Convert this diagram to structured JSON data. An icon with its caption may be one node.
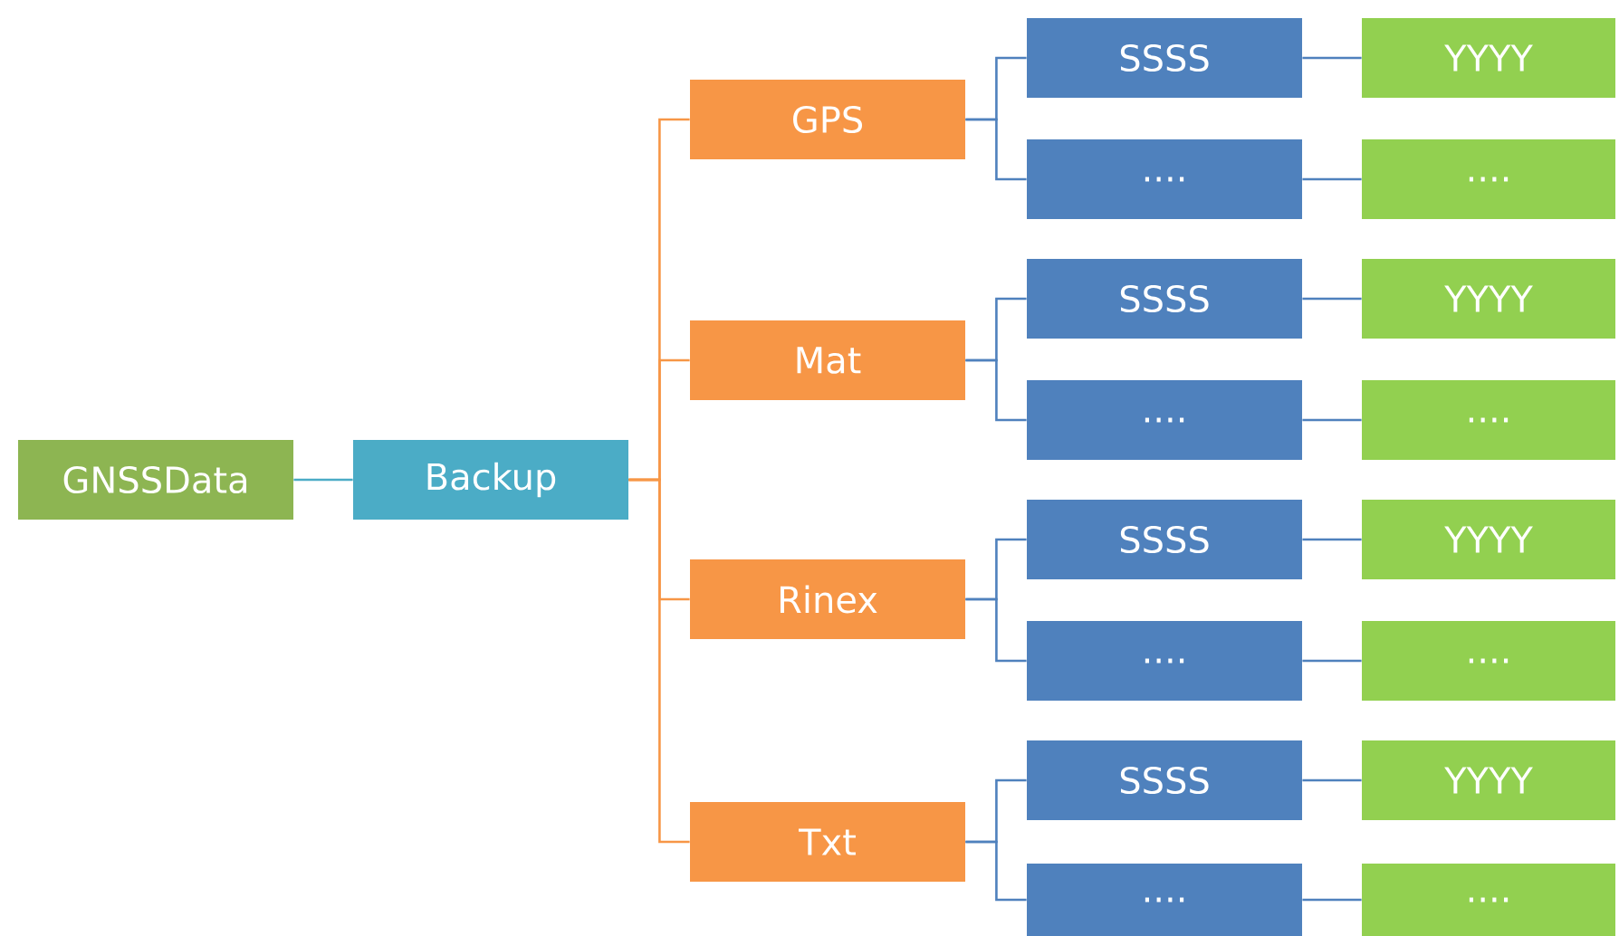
{
  "diagram": {
    "nodes": [
      {
        "text": [
          "GNSSData"
        ]
      },
      {
        "text": [
          "Backup"
        ]
      },
      {
        "text": [
          "GPS"
        ]
      },
      {
        "text": [
          "Mat"
        ]
      },
      {
        "text": [
          "Rinex"
        ]
      },
      {
        "text": [
          "Txt"
        ]
      },
      {
        "text": [
          "SSSS"
        ]
      },
      {
        "text": [
          "...."
        ]
      },
      {
        "text": [
          "SSSS"
        ]
      },
      {
        "text": [
          "...."
        ]
      },
      {
        "text": [
          "SSSS"
        ]
      },
      {
        "text": [
          "...."
        ]
      },
      {
        "text": [
          "SSSS"
        ]
      },
      {
        "text": [
          "...."
        ]
      },
      {
        "text": [
          "YYYY"
        ]
      },
      {
        "text": [
          "...."
        ]
      },
      {
        "text": [
          "YYYY"
        ]
      },
      {
        "text": [
          "...."
        ]
      },
      {
        "text": [
          "YYYY"
        ]
      },
      {
        "text": [
          "...."
        ]
      },
      {
        "text": [
          "YYYY"
        ]
      },
      {
        "text": [
          "...."
        ]
      }
    ],
    "edges": [
      {
        "from": 0,
        "to": 1,
        "arrow": "none",
        "color": "#4bacc6"
      },
      {
        "from": 1,
        "to": 2,
        "arrow": "none",
        "color": "#f79646"
      },
      {
        "from": 1,
        "to": 3,
        "arrow": "none",
        "color": "#f79646"
      },
      {
        "from": 1,
        "to": 4,
        "arrow": "none",
        "color": "#f79646"
      },
      {
        "from": 1,
        "to": 5,
        "arrow": "none",
        "color": "#f79646"
      },
      {
        "from": 2,
        "to": 6,
        "arrow": "none"
      },
      {
        "from": 2,
        "to": 7,
        "arrow": "none"
      },
      {
        "from": 3,
        "to": 8,
        "arrow": "none"
      },
      {
        "from": 3,
        "to": 9,
        "arrow": "none"
      },
      {
        "from": 4,
        "to": 10,
        "arrow": "none"
      },
      {
        "from": 4,
        "to": 11,
        "arrow": "none"
      },
      {
        "from": 5,
        "to": 12,
        "arrow": "none"
      },
      {
        "from": 5,
        "to": 13,
        "arrow": "none"
      },
      {
        "from": 6,
        "to": 14,
        "arrow": "none"
      },
      {
        "from": 7,
        "to": 15,
        "arrow": "none"
      },
      {
        "from": 8,
        "to": 16,
        "arrow": "none"
      },
      {
        "from": 9,
        "to": 17,
        "arrow": "none"
      },
      {
        "from": 10,
        "to": 18,
        "arrow": "none"
      },
      {
        "from": 11,
        "to": 19,
        "arrow": "none"
      },
      {
        "from": 12,
        "to": 20,
        "arrow": "none"
      },
      {
        "from": 13,
        "to": 21,
        "arrow": "none"
      }
    ]
  }
}
